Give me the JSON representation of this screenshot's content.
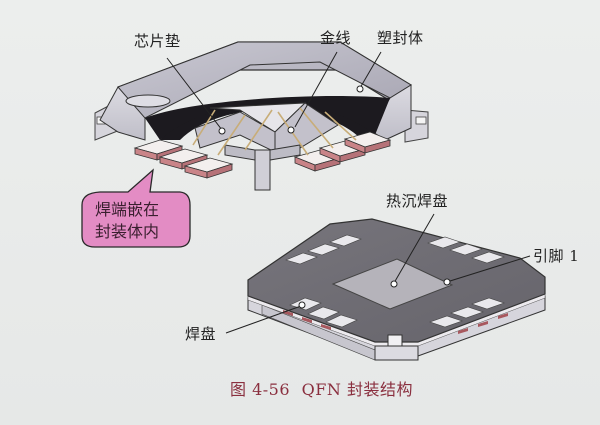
{
  "figure": {
    "caption_number": "图 4-56",
    "caption_title": "QFN 封装结构",
    "caption_color": "#8a2f3f"
  },
  "top_view": {
    "labels": {
      "die_pad": "芯片垫",
      "gold_wire": "金线",
      "mold_body": "塑封体"
    },
    "callout": {
      "line1": "焊端嵌在",
      "line2": "封装体内",
      "fill": "#e38cc4"
    }
  },
  "bottom_view": {
    "labels": {
      "thermal_pad": "热沉焊盘",
      "pin1": "引脚  1",
      "pad": "焊盘"
    }
  },
  "colors": {
    "mold_top": "#b9b8c4",
    "mold_side": "#d3d2da",
    "cavity": "#1c1a1f",
    "lead": "#c98488",
    "lead_top": "#f3efee",
    "bottom_body": "#6e6c73",
    "thermal": "#b5b3ba"
  }
}
